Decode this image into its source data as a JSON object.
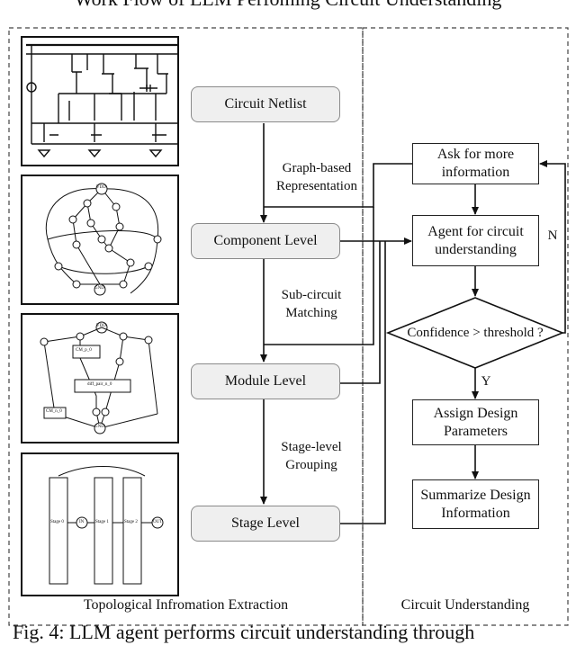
{
  "title": "Work Flow of LLM Perfoming Circuit Understanding",
  "left_panel_label": "Topological Infromation Extraction",
  "right_panel_label": "Circuit Understanding",
  "flow_left": {
    "netlist": "Circuit Netlist",
    "component": "Component Level",
    "module": "Module Level",
    "stage": "Stage Level",
    "edge1": "Graph-based Representation",
    "edge2": "Sub-circuit Matching",
    "edge3": "Stage-level Grouping"
  },
  "flow_right": {
    "ask": "Ask for more information",
    "agent": "Agent for circuit understanding",
    "decision": "Confidence > threshold ?",
    "assign": "Assign Design Parameters",
    "summarize": "Summarize Design Information",
    "yes_label": "Y",
    "no_label": "N"
  },
  "thumb_graph": {
    "nodes": [
      "VDD",
      "GND"
    ]
  },
  "thumb_module": {
    "nodes": [
      "VDD",
      "GND"
    ],
    "boxes": [
      "CM_p_0",
      "diff_pair_n_0",
      "CM_n_0"
    ]
  },
  "thumb_stage": {
    "stages": [
      "Stage 0",
      "Stage 1",
      "Stage 2"
    ],
    "nodes": [
      "IN",
      "OUT"
    ]
  },
  "caption": "Fig. 4: LLM agent performs circuit understanding through"
}
